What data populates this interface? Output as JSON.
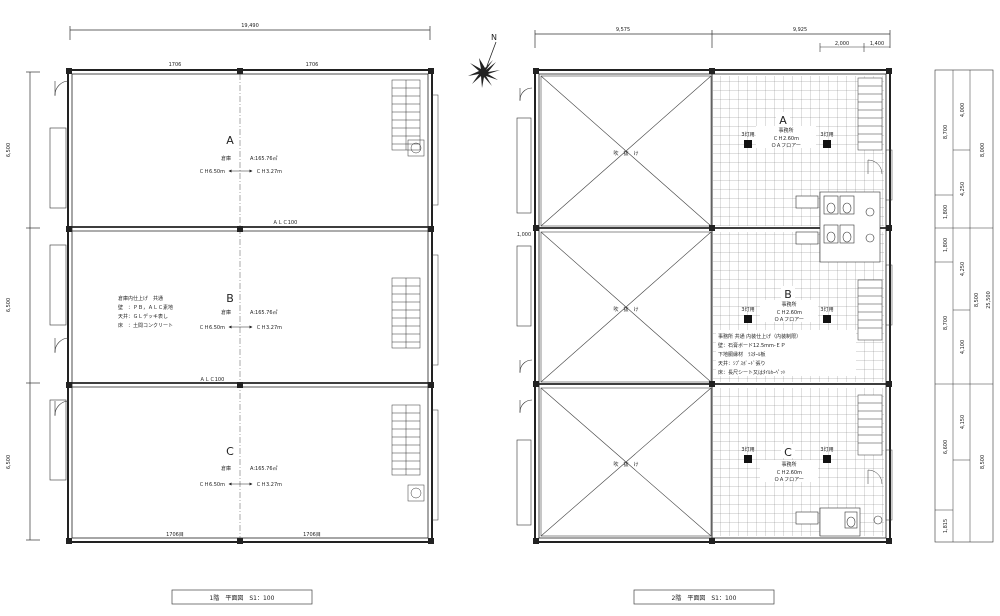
{
  "floor1": {
    "caption": "1階　平面図　S1：100",
    "total_width": "19,490",
    "top_sub_left": "1706",
    "top_sub_right": "1706",
    "left_dims": [
      "6,500",
      "6,500",
      "6,500"
    ],
    "bottom_left": "1706目",
    "bottom_right": "1706目",
    "alc_lines": [
      "ＡＬＣ100",
      "ＡＬＣ100"
    ],
    "finish_note": [
      "倉庫内仕上げ　共通",
      "壁　：ＰＢ，ＡＬＣ素地",
      "天井：ＧＬデッキ表し",
      "床　：土間コンクリート"
    ],
    "units": [
      {
        "letter": "A",
        "use": "倉庫",
        "area": "A:165.76㎡",
        "ch_left": "ＣＨ6.50m",
        "ch_right": "ＣＨ3.27m"
      },
      {
        "letter": "B",
        "use": "倉庫",
        "area": "A:165.76㎡",
        "ch_left": "ＣＨ6.50m",
        "ch_right": "ＣＨ3.27m"
      },
      {
        "letter": "C",
        "use": "倉庫",
        "area": "A:165.76㎡",
        "ch_left": "ＣＨ6.50m",
        "ch_right": "ＣＨ3.27m"
      }
    ]
  },
  "floor2": {
    "caption": "2階　平面図　S1：100",
    "north": "N",
    "top_dims": [
      "9,575",
      "9,925"
    ],
    "top_sub_dims": [
      "2,000",
      "1,400"
    ],
    "left_dim": "1,000",
    "void_labels": [
      "吹　抜　け",
      "吹　抜　け",
      "吹　抜　け"
    ],
    "office_a": {
      "letter": "A",
      "name": "事務所",
      "ch": "ＣＨ2.60m",
      "floor": "ＯＡフロアー"
    },
    "office_b": {
      "letter": "B",
      "name": "事務所",
      "ch": "ＣＨ2.60m",
      "floor": "ＯＡフロアー"
    },
    "office_c": {
      "letter": "C",
      "name": "事務所",
      "ch": "ＣＨ2.60m",
      "floor": "ＯＡフロアー"
    },
    "light_label": "3灯用",
    "finish_note": [
      "事務所 共通 内装仕上げ（内装制限）",
      "壁：石膏ボード12.5mm-ＥＰ",
      "下地胴縁材　ﾗｽﾀｰﾙ板",
      "天井：ｼﾌﾟｽﾎﾞｰﾄﾞ張り",
      "床：長尺シート又はﾀｲﾙｶｰﾍﾟｯﾄ"
    ],
    "right_dims_outer": [
      "25,500",
      "8,500",
      "8,500",
      "8,000"
    ],
    "right_dims_mid": [
      "4,000",
      "4,250",
      "4,250",
      "4,100",
      "4,150"
    ],
    "right_dims_inner": [
      "8,700",
      "1,800",
      "1,800",
      "8,700",
      "6,600",
      "1,815"
    ]
  }
}
